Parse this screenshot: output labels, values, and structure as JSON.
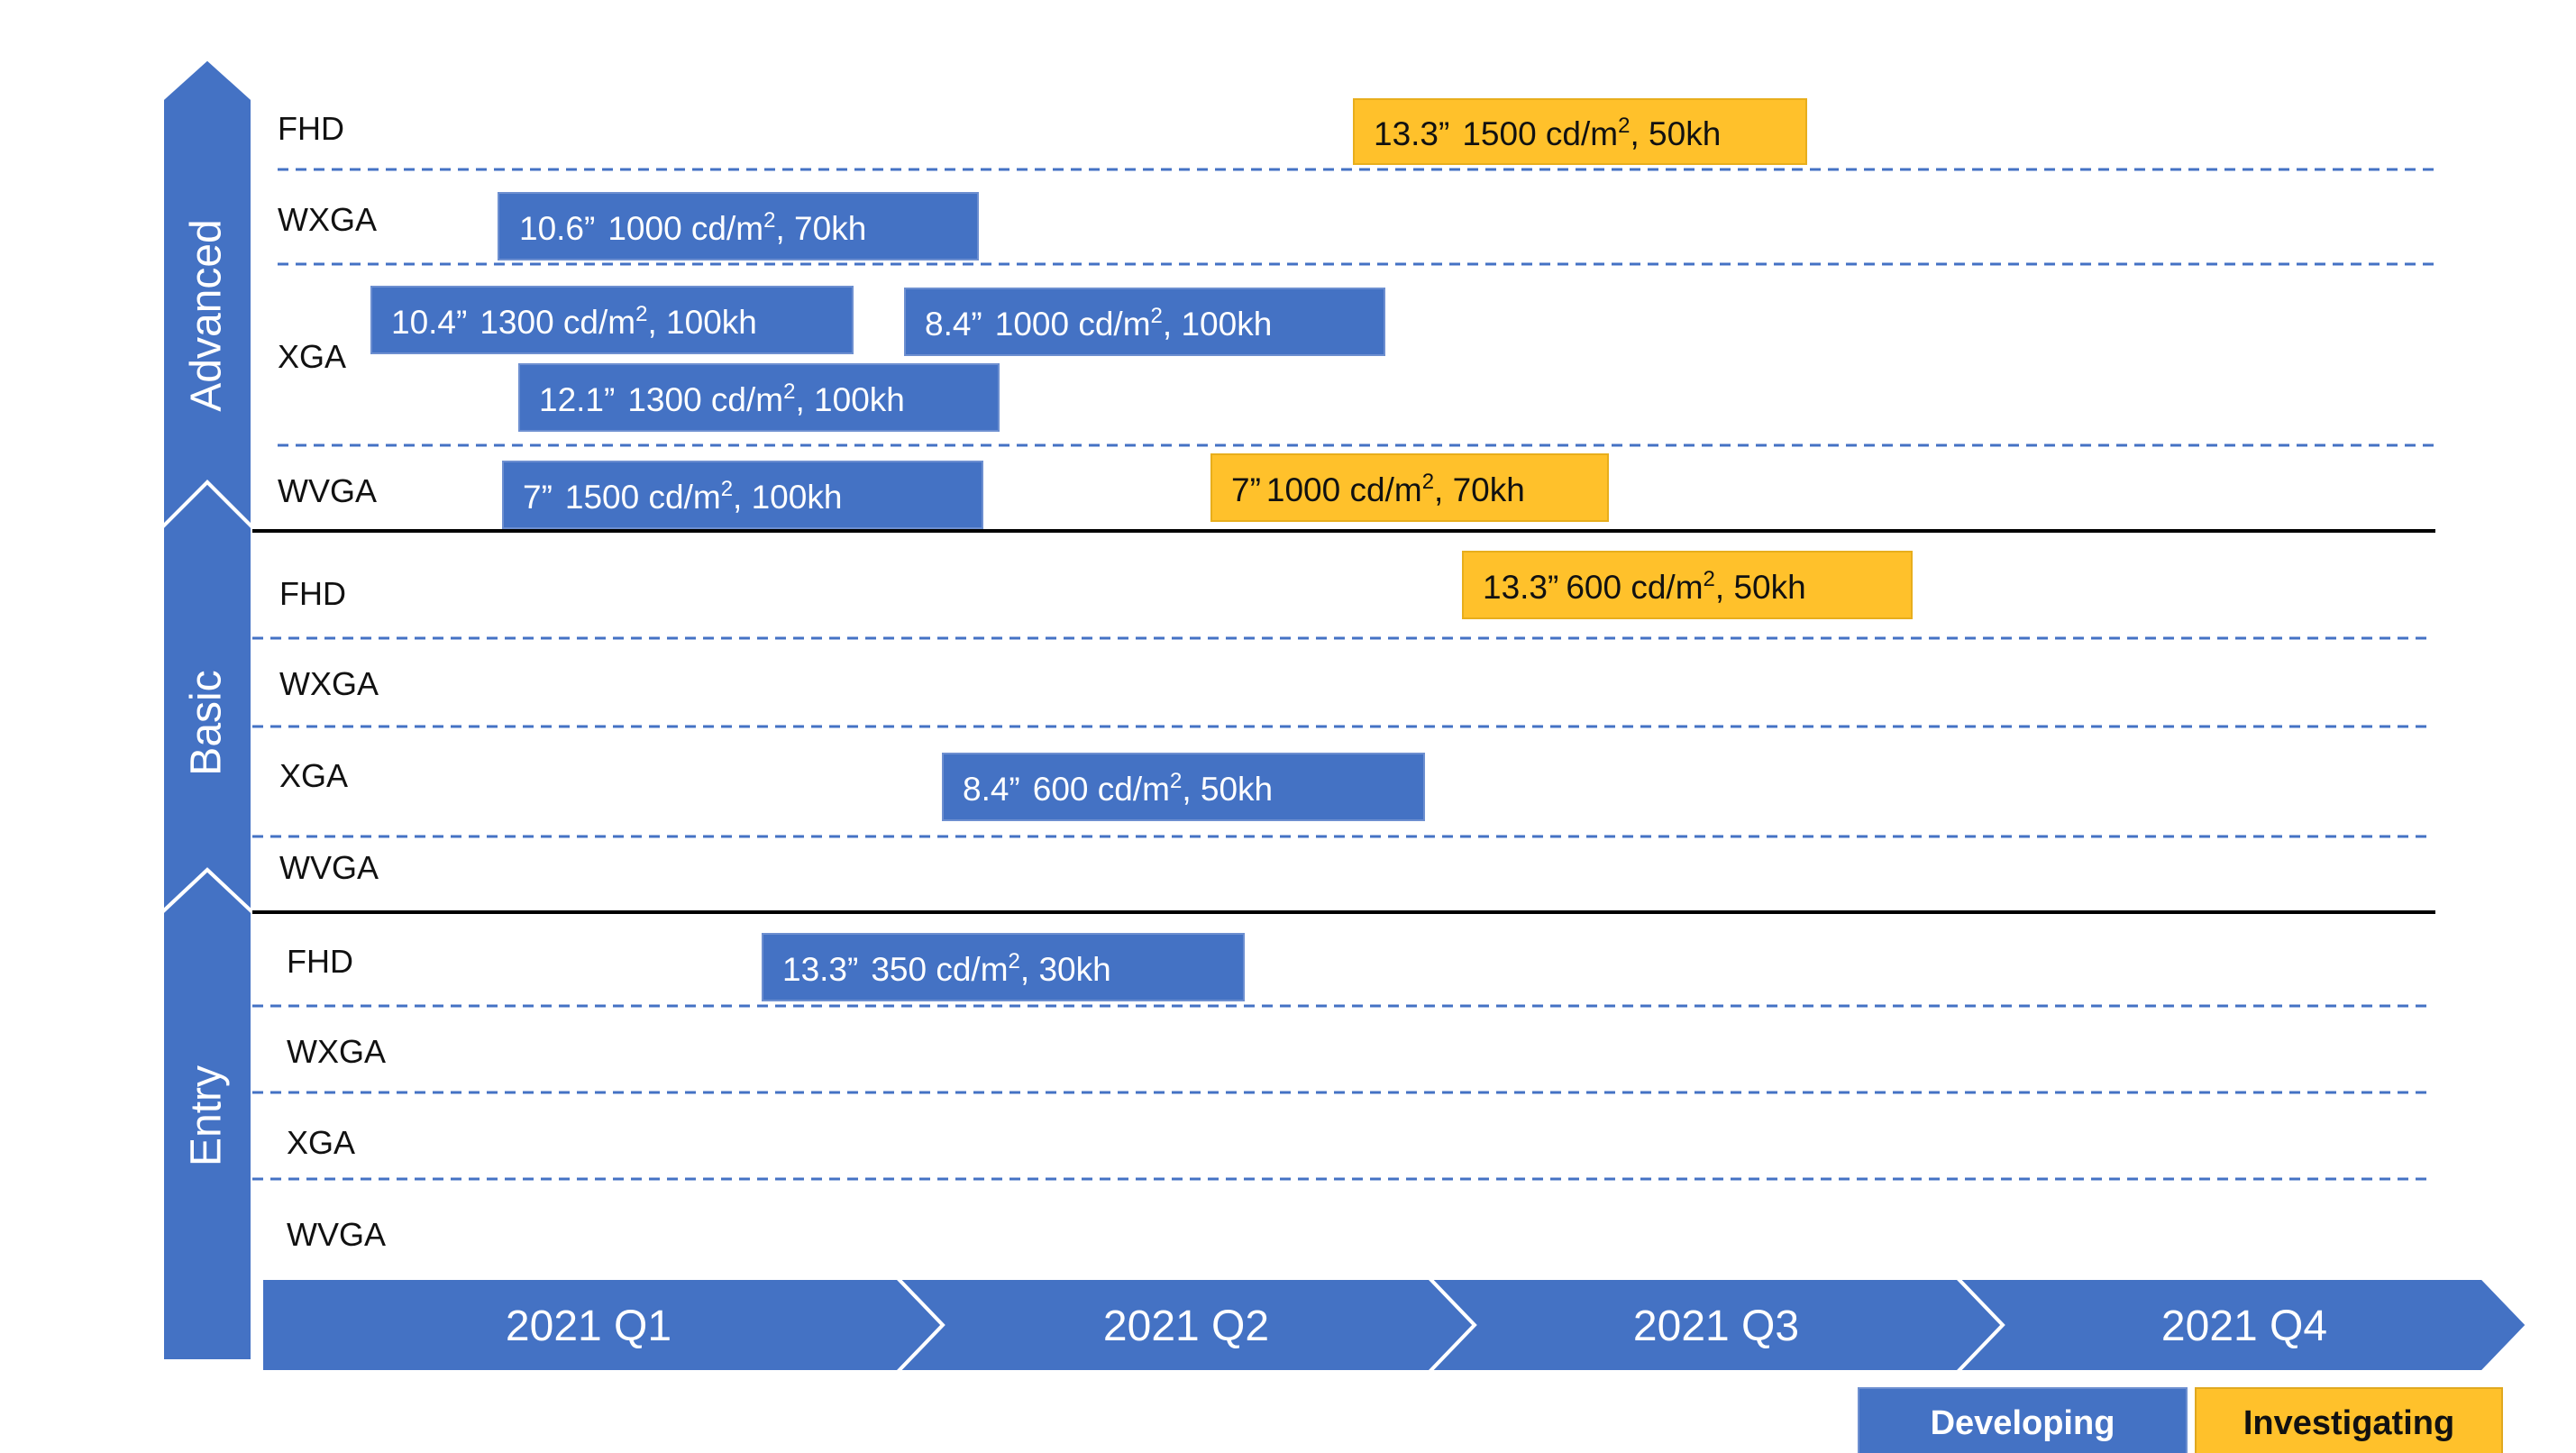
{
  "colors": {
    "developing": "#4472C4",
    "investigating": "#FFC12B",
    "dashed_line": "#4472C4",
    "solid_line": "#000000",
    "arrow_border": "#ffffff"
  },
  "tiers": [
    {
      "id": "advanced",
      "label": "Advanced"
    },
    {
      "id": "basic",
      "label": "Basic"
    },
    {
      "id": "entry",
      "label": "Entry"
    }
  ],
  "rows": {
    "advanced": [
      "FHD",
      "WXGA",
      "XGA",
      "WVGA"
    ],
    "basic": [
      "FHD",
      "WXGA",
      "XGA",
      "WVGA"
    ],
    "entry": [
      "FHD",
      "WXGA",
      "XGA",
      "WVGA"
    ]
  },
  "quarters": [
    "2021 Q1",
    "2021 Q2",
    "2021 Q3",
    "2021 Q4"
  ],
  "items": [
    {
      "tier": "advanced",
      "row": "FHD",
      "size": "13.3”",
      "lum": "1500 cd/m",
      "sup": "2",
      "life": ", 50kh",
      "status": "investigating"
    },
    {
      "tier": "advanced",
      "row": "WXGA",
      "size": "10.6”",
      "lum": "1000 cd/m",
      "sup": "2",
      "life": ", 70kh",
      "status": "developing"
    },
    {
      "tier": "advanced",
      "row": "XGA",
      "size": "10.4”",
      "lum": "1300 cd/m",
      "sup": "2",
      "life": ", 100kh",
      "status": "developing"
    },
    {
      "tier": "advanced",
      "row": "XGA",
      "size": "8.4”",
      "lum": "1000 cd/m",
      "sup": "2",
      "life": ", 100kh",
      "status": "developing"
    },
    {
      "tier": "advanced",
      "row": "XGA",
      "size": "12.1”",
      "lum": "1300 cd/m",
      "sup": "2",
      "life": ", 100kh",
      "status": "developing"
    },
    {
      "tier": "advanced",
      "row": "WVGA",
      "size": "7”",
      "lum": "1500 cd/m",
      "sup": "2",
      "life": ", 100kh",
      "status": "developing"
    },
    {
      "tier": "advanced",
      "row": "WVGA",
      "size": "7”",
      "lum": "1000 cd/m",
      "sup": "2",
      "life": ", 70kh",
      "status": "investigating"
    },
    {
      "tier": "basic",
      "row": "FHD",
      "size": "13.3”",
      "lum": "600 cd/m",
      "sup": "2",
      "life": ", 50kh",
      "status": "investigating"
    },
    {
      "tier": "basic",
      "row": "XGA",
      "size": "8.4”",
      "lum": "600 cd/m",
      "sup": "2",
      "life": ", 50kh",
      "status": "developing"
    },
    {
      "tier": "entry",
      "row": "FHD",
      "size": "13.3”",
      "lum": "350 cd/m",
      "sup": "2",
      "life": ", 30kh",
      "status": "developing"
    }
  ],
  "legend": [
    {
      "key": "developing",
      "label": "Developing"
    },
    {
      "key": "investigating",
      "label": "Investigating"
    }
  ]
}
